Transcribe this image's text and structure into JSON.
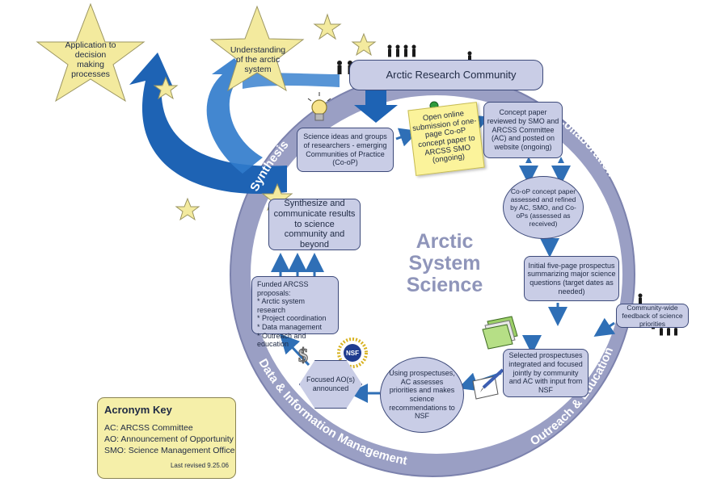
{
  "center_title": [
    "Arctic",
    "System",
    "Science"
  ],
  "ring_labels": {
    "synthesis": "Synthesis",
    "collaboration": "Collaboration",
    "outreach": "Outreach & Education",
    "data": "Data & Information Management"
  },
  "stars": {
    "application": "Application to decision making processes",
    "understanding": "Understanding of the arctic system"
  },
  "community": "Arctic Research Community",
  "steps": {
    "science_ideas": "Science ideas and groups of researchers - emerging Communities of Practice (Co-oP)",
    "open_submission": "Open online submission of one-page Co-oP concept paper to ARCSS SMO (ongoing)",
    "concept_review": "Concept paper reviewed by SMO and ARCSS Committee (AC) and posted on website (ongoing)",
    "concept_refined": "Co-oP concept paper assessed and refined by AC, SMO, and Co-oPs (assessed as received)",
    "prospectus": "Initial five-page prospectus summarizing major science questions (target dates as needed)",
    "feedback": "Community-wide feedback of science priorities",
    "selected": "Selected prospectuses integrated and focused jointly by community and AC with input from NSF",
    "assess": "Using prospectuses, AC assesses priorities and makes science recommendations to NSF",
    "focused_ao": "Focused AO(s) announced",
    "funded_title": "Funded ARCSS proposals:",
    "funded_items": [
      "* Arctic system research",
      "* Project coordination",
      "* Data management",
      "* Outreach and education"
    ],
    "synthesize": "Synthesize and communicate results to science community and beyond"
  },
  "nsf_logo_text": "NSF",
  "acronym_key": {
    "title": "Acronym Key",
    "lines": [
      "AC: ARCSS Committee",
      "AO: Announcement of Opportunity",
      "SMO: Science Management Office"
    ],
    "revised": "Last revised 9.25.06"
  },
  "colors": {
    "ring": "#9a9fc4",
    "box_fill": "#c9cde6",
    "box_border": "#3d4a7a",
    "arrow": "#2f6fb6",
    "swoosh": "#1e63b4",
    "star": "#f3ea9e",
    "note": "#fbf39b"
  },
  "icons": [
    "lightbulb-icon",
    "pushpin-icon",
    "document-stack-icon",
    "pen-paper-icon",
    "dollar-icon",
    "nsf-logo-icon",
    "people-icon"
  ]
}
